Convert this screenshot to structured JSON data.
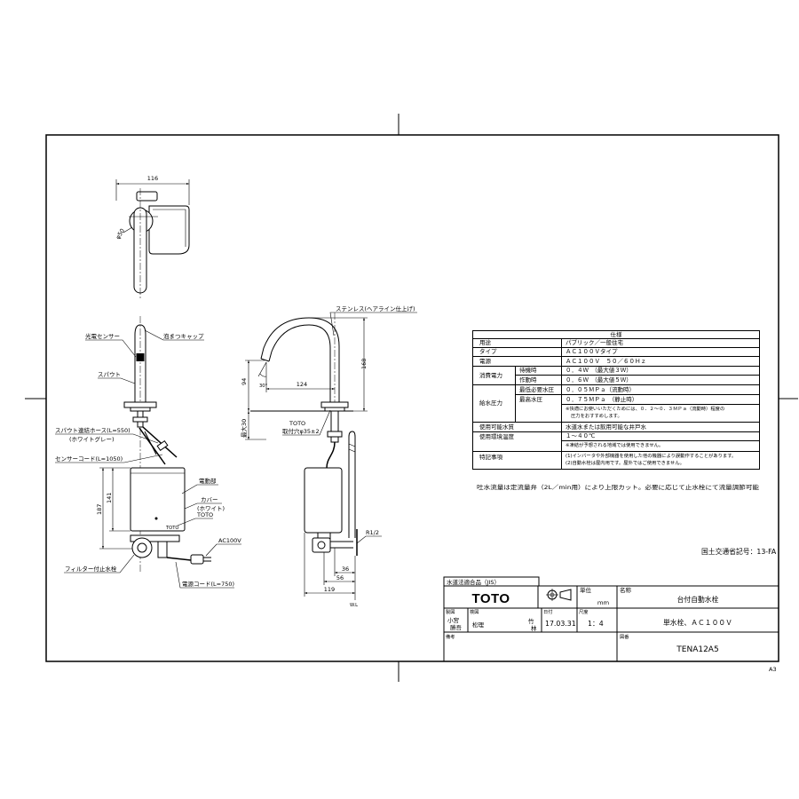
{
  "colors": {
    "ink": "#000000",
    "paper": "#ffffff"
  },
  "sheet": {
    "size": "A3"
  },
  "top_view": {
    "width_dim": "116",
    "flange_dia": "φ50"
  },
  "front_view": {
    "sensor": "光電センサー",
    "aerator": "泡まつキャップ",
    "spout": "スパウト",
    "spout_hose": "スパウト連結ホース(L=550)",
    "spout_hose_color": "(ホワイトグレー)",
    "sensor_cord": "センサーコード(L=1050)",
    "drive_unit": "電動部",
    "cover": "カバー",
    "cover_color": "(ホワイト)",
    "cover_brand": "TOTO",
    "box_brand": "TOTO",
    "dim_total": "187",
    "dim_box": "141",
    "power": "AC100V",
    "valve": "フィルター付止水栓",
    "power_cord": "電源コード(L=750)"
  },
  "side_view": {
    "material": "ステンレス(ヘアライン仕上げ)",
    "dim_height": "168",
    "dim_tip_height": "94",
    "angle": "30°",
    "dim_reach": "124",
    "brand": "TOTO",
    "mount_hole": "取付穴φ35±2",
    "deck_max": "最大30",
    "thread": "R1/2",
    "dim_36": "36",
    "dim_56": "56",
    "dim_119": "119",
    "water_line": "W.L"
  },
  "spec": {
    "header": "仕様",
    "use_label": "用途",
    "use_value": "パブリック／一般住宅",
    "type_label": "タイプ",
    "type_value": "ＡＣ１００Ｖタイプ",
    "power_label": "電源",
    "power_value": "ＡＣ１００Ｖ　５０／６０Ｈｚ",
    "consumption_label": "消費電力",
    "standby_label": "待機時",
    "standby_value": "０．４Ｗ　（最大値３Ｗ）",
    "operating_label": "作動時",
    "operating_value": "０．６Ｗ　（最大値５Ｗ）",
    "pressure_label": "給水圧力",
    "min_pressure_label": "最低必要水圧",
    "min_pressure_value": "０．０５ＭＰａ（流動時）",
    "max_pressure_label": "最高水圧",
    "max_pressure_value": "０．７５ＭＰａ　（静止時）",
    "pressure_note_1": "※快適にお使いいただくためには、０．２～０．３ＭＰａ（流動時）程度の",
    "pressure_note_2": "圧力をおすすめします。",
    "water_label": "使用可能水質",
    "water_value": "水道水または飲用可能な井戸水",
    "temp_label": "使用環境温度",
    "temp_value": "１～４０℃",
    "temp_note": "※凍結が予想される地域では使用できません。",
    "remarks_label": "特記事項",
    "remarks_1": "(1)インバータや外部機器を使用した他の機器により誤動作することがあります。",
    "remarks_2": "(2)自動水栓は屋内用です。屋外ではご使用できません。"
  },
  "flow_note": "吐水流量は定流量弁（2L／min用）により上限カット。必要に応じて止水栓にて流量調節可能",
  "mlit_code": "国土交通省記号：13-FA",
  "title_block": {
    "jis": "水道法適合品（JIS）",
    "logo": "TOTO",
    "unit_label": "単位",
    "unit_value": "ｍｍ",
    "name_label": "名称",
    "name_value": "台付自動水栓",
    "drafted_label": "製図",
    "checked_label": "検図",
    "date_label": "日付",
    "scale_label": "尺度",
    "drafter_1": "小宮",
    "drafter_2": "勝吾",
    "checker": "松理",
    "approver_1": "竹",
    "approver_2": "林",
    "date_value": "17.03.31",
    "scale_value": "1：4",
    "subtitle": "単水栓、ＡＣ１００Ｖ",
    "remarks_label": "備考",
    "drawing_no_label": "図番",
    "drawing_no": "TENA12A5"
  }
}
